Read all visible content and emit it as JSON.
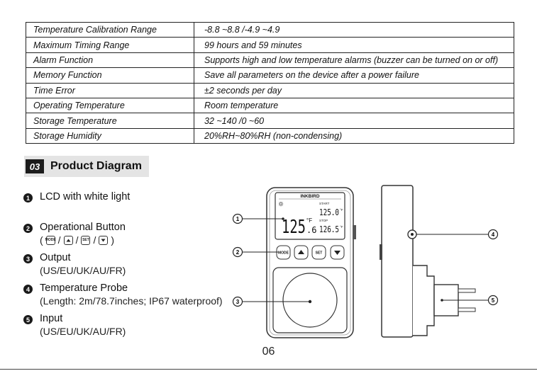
{
  "specs": [
    {
      "label": "Temperature Calibration Range",
      "value": "-8.8 ~8.8 /-4.9 ~4.9"
    },
    {
      "label": "Maximum Timing Range",
      "value": "99 hours and 59 minutes"
    },
    {
      "label": "Alarm Function",
      "value": "Supports high and low temperature alarms (buzzer can be turned on or off)"
    },
    {
      "label": "Memory Function",
      "value": "Save all parameters on the device after a power failure"
    },
    {
      "label": "Time Error",
      "value": "±2 seconds per day"
    },
    {
      "label": "Operating Temperature",
      "value": "Room temperature"
    },
    {
      "label": "Storage Temperature",
      "value": "32 ~140 /0 ~60"
    },
    {
      "label": "Storage Humidity",
      "value": "20%RH~80%RH (non-condensing)"
    }
  ],
  "section": {
    "number": "03",
    "title": "Product Diagram"
  },
  "features": [
    {
      "num": "1",
      "title": "LCD with white light",
      "sub": ""
    },
    {
      "num": "2",
      "title": "Operational Button",
      "sub_open": "(",
      "sub_close": ")",
      "sep": "/"
    },
    {
      "num": "3",
      "title": "Output",
      "sub": "(US/EU/UK/AU/FR)"
    },
    {
      "num": "4",
      "title": "Temperature Probe",
      "sub": "(Length: 2m/78.7inches; IP67 waterproof)"
    },
    {
      "num": "5",
      "title": "Input",
      "sub": "(US/EU/UK/AU/FR)"
    }
  ],
  "device": {
    "brand": "INKBIRD",
    "main_temp": "125",
    "main_temp_decimal": ".6",
    "unit": "°F",
    "start_label": "START",
    "start_value": "125.0",
    "stop_label": "STOP",
    "stop_value": "126.5",
    "unit_small": "°F",
    "buttons": [
      "MODE",
      "SET"
    ],
    "callouts": [
      "1",
      "2",
      "3",
      "4",
      "5"
    ]
  },
  "page_number": "06"
}
